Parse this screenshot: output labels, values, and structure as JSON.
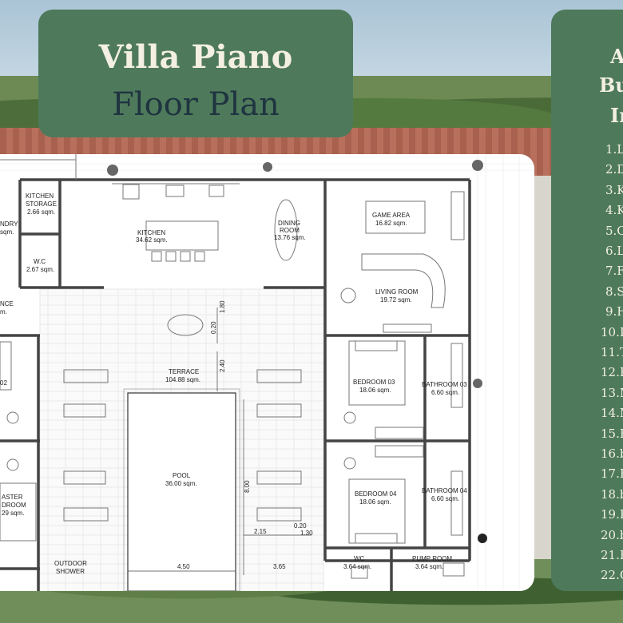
{
  "title": {
    "line1": "Villa Piano",
    "line2": "Floor Plan"
  },
  "legend": {
    "heading_lines": [
      "A",
      "Bu",
      "In"
    ],
    "items": [
      "1.L",
      "2.D",
      "3.K",
      "4.K",
      "5.C",
      "6.L",
      "7.F",
      "8.S",
      "9.H",
      "10.L",
      "11.T",
      "12.E",
      "13.M",
      "14.M",
      "15.E",
      "16.b",
      "17.E",
      "18.b",
      "19.F",
      "20.b",
      "21.F",
      "22.C"
    ]
  },
  "rooms": {
    "kitchen_storage": {
      "name": "KITCHEN\nSTORAGE",
      "line1": "KITCHEN",
      "line2": "STORAGE",
      "area": "2.66 sqm."
    },
    "laundry": {
      "name": "NDRY",
      "area": "sqm."
    },
    "wc_small": {
      "name": "W.C",
      "area": "2.67 sqm."
    },
    "kitchen": {
      "name": "KITCHEN",
      "area": "34.62 sqm."
    },
    "dining": {
      "line1": "DINING",
      "line2": "ROOM",
      "area": "13.76 sqm."
    },
    "game": {
      "name": "GAME AREA",
      "area": "16.82 sqm."
    },
    "living": {
      "name": "LIVING ROOM",
      "area": "19.72 sqm."
    },
    "entrance": {
      "name": "NCE",
      "area": "m."
    },
    "terrace": {
      "name": "TERRACE",
      "area": "104.88 sqm."
    },
    "bedroom02": {
      "name": "02",
      "area": ""
    },
    "bedroom03": {
      "name": "BEDROOM 03",
      "area": "18.06 sqm."
    },
    "bathroom03": {
      "name": "BATHROOM 03",
      "area": "6.60 sqm."
    },
    "pool": {
      "name": "POOL",
      "area": "36.00 sqm."
    },
    "bedroom04": {
      "name": "BEDROOM 04",
      "area": "18.06 sqm."
    },
    "bathroom04": {
      "name": "BATHROOM 04",
      "area": "6.60 sqm."
    },
    "master": {
      "line1": "ASTER",
      "line2": "DROOM",
      "area": "29 sqm."
    },
    "outdoor_shower": {
      "line1": "OUTDOOR",
      "line2": "SHOWER"
    },
    "wc": {
      "name": "WC",
      "area": "3.64 sqm."
    },
    "pump": {
      "name": "PUMP ROOM",
      "area": "3.64 sqm."
    }
  },
  "dimensions": {
    "d180": "1.80",
    "d020a": "0.20",
    "d240": "2.40",
    "d800": "8.00",
    "d215": "2.15",
    "d020b": "0.20",
    "d130": "1.30",
    "d450": "4.50",
    "d365": "3.65"
  }
}
